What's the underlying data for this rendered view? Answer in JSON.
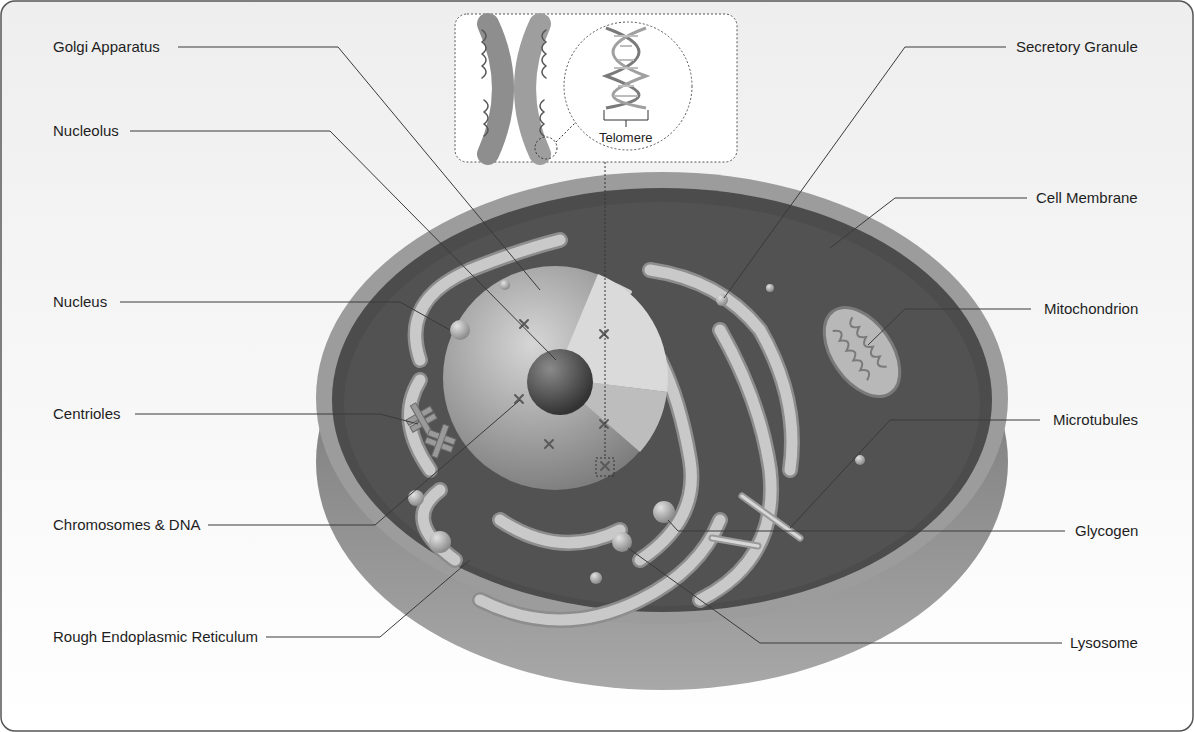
{
  "diagram": {
    "labels": [
      "Golgi Apparatus",
      "Nucleolus",
      "Nucleus",
      "Centrioles",
      "Chromosomes & DNA",
      "Rough Endoplasmic Reticulum",
      "Secretory Granule",
      "Cell Membrane",
      "Mitochondrion",
      "Microtubules",
      "Glycogen",
      "Lysosome",
      "Telomere"
    ]
  }
}
